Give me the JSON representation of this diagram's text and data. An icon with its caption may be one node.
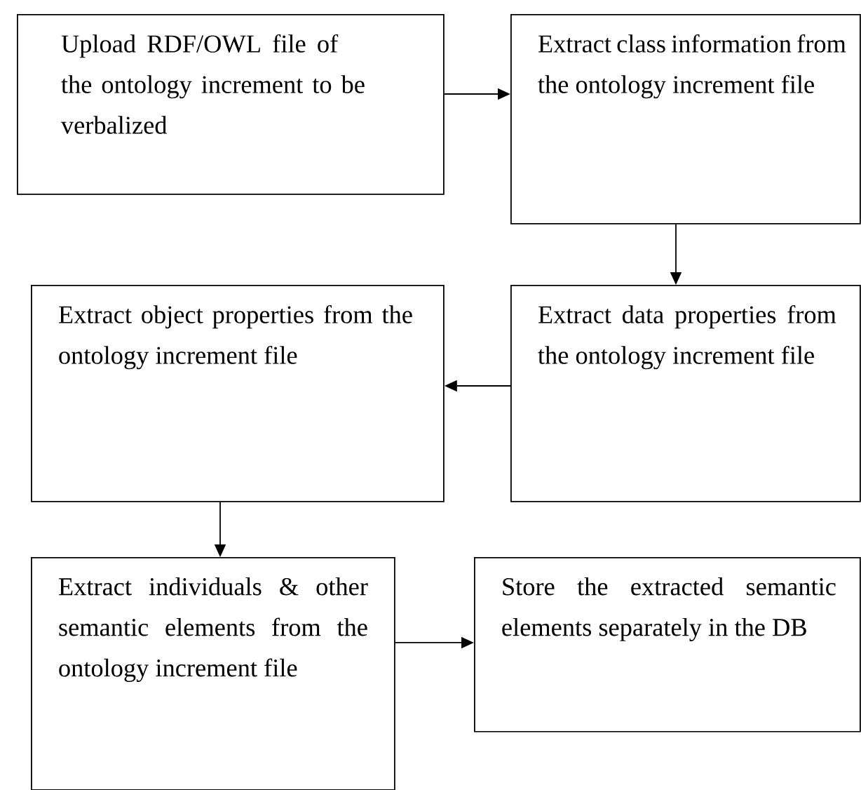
{
  "diagram": {
    "nodes": [
      {
        "text": [
          "Upload RDF/OWL file of the ontology increment to be verbalized"
        ]
      },
      {
        "text": [
          "Extract class information from the ontology increment file"
        ]
      },
      {
        "text": [
          "Extract object properties from the ontology increment file"
        ]
      },
      {
        "text": [
          "Extract data properties from the ontology increment file"
        ]
      },
      {
        "text": [
          "Extract individuals & other semantic elements from the ontology increment file"
        ]
      },
      {
        "text": [
          "Store the extracted semantic elements separately in the DB"
        ]
      }
    ],
    "edges": [
      {
        "from": 0,
        "to": 1,
        "arrow": "to"
      },
      {
        "from": 1,
        "to": 3,
        "arrow": "to"
      },
      {
        "from": 3,
        "to": 2,
        "arrow": "to"
      },
      {
        "from": 2,
        "to": 4,
        "arrow": "to"
      },
      {
        "from": 4,
        "to": 5,
        "arrow": "to"
      }
    ]
  }
}
